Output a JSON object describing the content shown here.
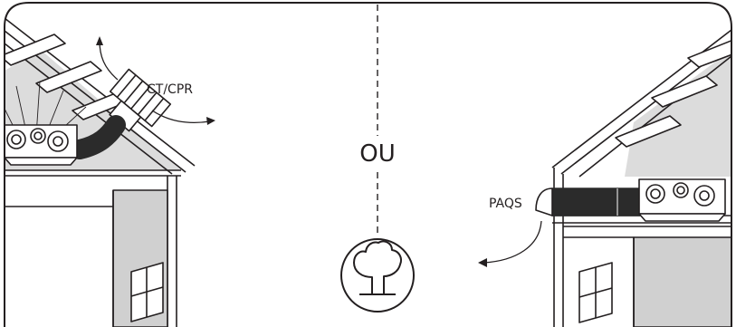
{
  "labels": {
    "roof_vent": "CT/CPR",
    "center_or": "OU",
    "side_vent": "PAQS"
  },
  "colors": {
    "stroke": "#231f20",
    "attic_shadow": "#dcdcdc",
    "wall_shade": "#d0d0d0",
    "duct": "#2b2b2b"
  },
  "icons": [
    "tree-icon",
    "curved-arrow-icon",
    "duct-pipe-icon",
    "ventilation-unit-icon"
  ]
}
